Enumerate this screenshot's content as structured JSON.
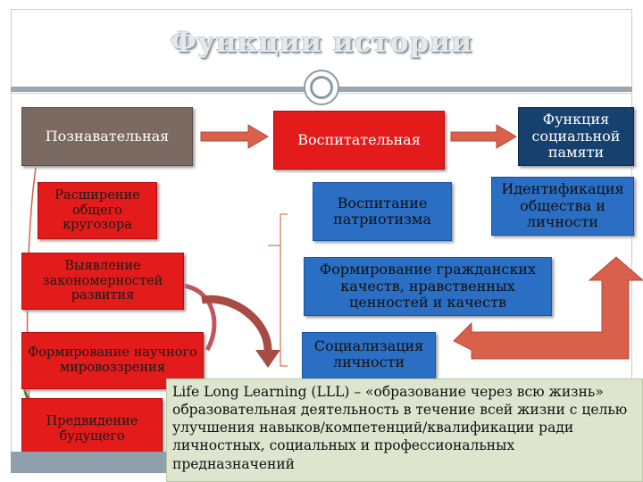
{
  "title": "Функции истории",
  "top_row": {
    "cognitive": "Познавательная",
    "educational": "Воспитательная",
    "social_memory": "Функция социальной памяти"
  },
  "left_column": {
    "item1": "Расширение общего кругозора",
    "item2": "Выявление закономерностей развития",
    "item3": "Формирование научного мировоззрения",
    "item4": "Предвидение будущего"
  },
  "center_column": {
    "patriotism": "Воспитание патриотизма",
    "civic_qualities": "Формирование гражданских качеств, нравственных ценностей и качеств",
    "socialization": "Социализация личности"
  },
  "right_column": {
    "identification": "Идентификация общества и личности"
  },
  "lll_note": "Life Long Learning (LLL) – «образование через всю жизнь» образовательная деятельность в течение всей жизни с целью улучшения навыков/компетенций/квалификации ради личностных, социальных и профессиональных предназначений",
  "colors": {
    "gray_box": "#7a6a62",
    "red_box": "#e41b1b",
    "navy_box": "#16406e",
    "blue_box": "#2a6fc4",
    "arrow": "#d9604a",
    "note_bg": "#dde5cf"
  }
}
